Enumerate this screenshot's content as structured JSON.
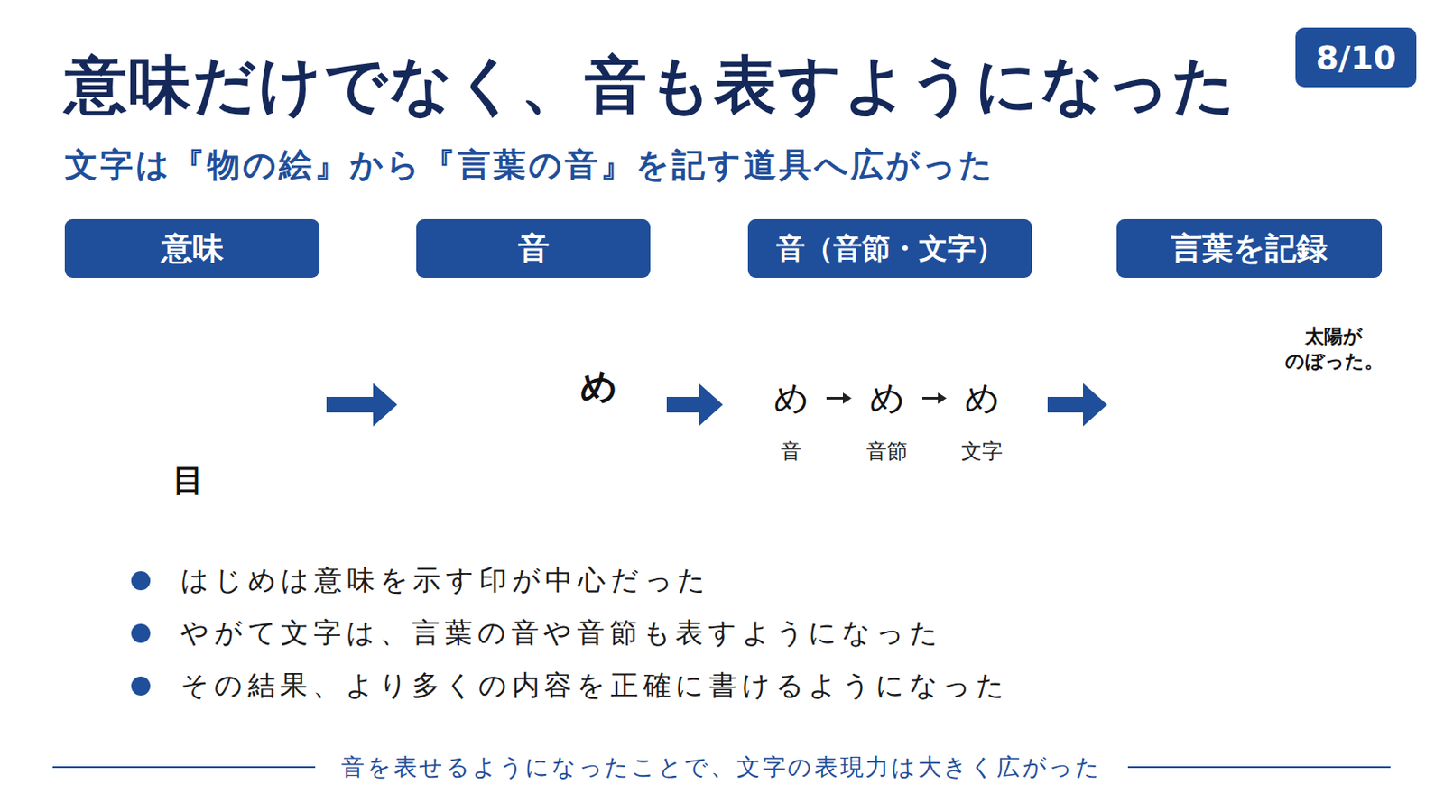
{
  "diagram": {
    "title": "意味だけでなく、音も表すようになった",
    "caption": "音を表せるようになったことで、文字の表現力は大きく広がった",
    "nodes": [
      {
        "text": [
          "意味",
          "目"
        ]
      },
      {
        "text": [
          "音",
          "め"
        ]
      },
      {
        "text": [
          "音（音節・文字）"
        ]
      },
      {
        "text": [
          "め",
          "音"
        ],
        "in": 2
      },
      {
        "text": [
          "め",
          "音節"
        ],
        "in": 2
      },
      {
        "text": [
          "め",
          "文字"
        ],
        "in": 2
      },
      {
        "text": [
          "言葉を記録",
          "太陽が のぼった。"
        ]
      },
      {
        "text": [
          "はじめは意味を示す印が中心だった",
          "やがて文字は、言葉の音や音節も表すようになった",
          "その結果、より多くの内容を正確に書けるようになった"
        ]
      }
    ],
    "edges": [
      {
        "from": 0,
        "to": 1,
        "arrow": "to"
      },
      {
        "from": 1,
        "to": 2,
        "arrow": "to"
      },
      {
        "from": 2,
        "to": 6,
        "arrow": "to"
      },
      {
        "from": 3,
        "to": 4,
        "arrow": "to"
      },
      {
        "from": 4,
        "to": 5,
        "arrow": "to"
      }
    ],
    "labels": [
      "8/10",
      "文字は『物の絵』から『言葉の音』を記す道具へ広がった"
    ]
  }
}
